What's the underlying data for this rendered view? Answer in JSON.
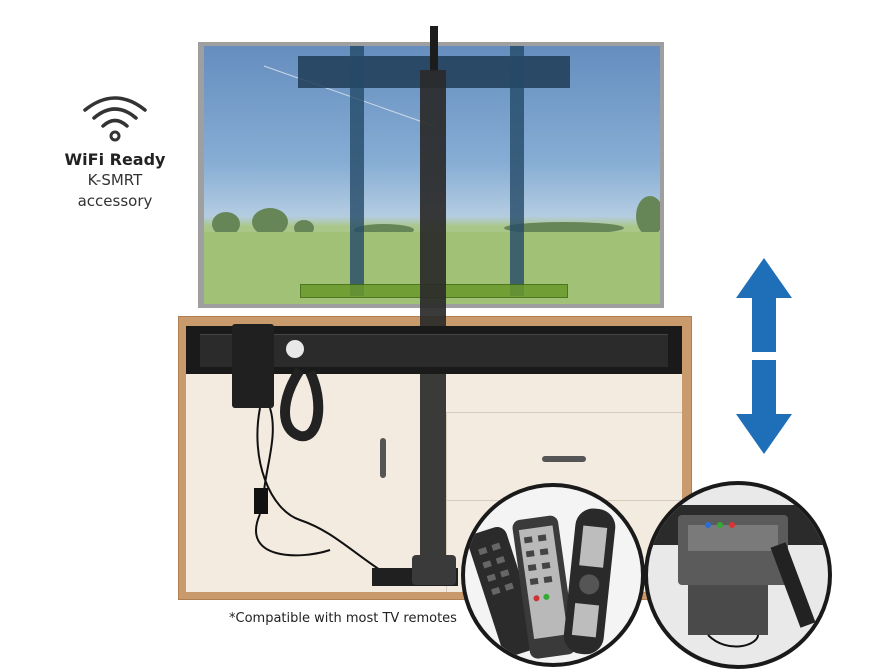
{
  "wifi": {
    "icon": "wifi-icon",
    "title": "WiFi Ready",
    "line1": "K-SMRT",
    "line2": "accessory"
  },
  "note": "*Compatible with most TV remotes",
  "arrow": {
    "icon": "up-down-arrow-icon",
    "color": "#1f6fb8"
  },
  "colors": {
    "cabinet_frame": "#c99a6c",
    "cabinet_panel": "#f3ebe0",
    "lift": "#2a2a2a"
  }
}
